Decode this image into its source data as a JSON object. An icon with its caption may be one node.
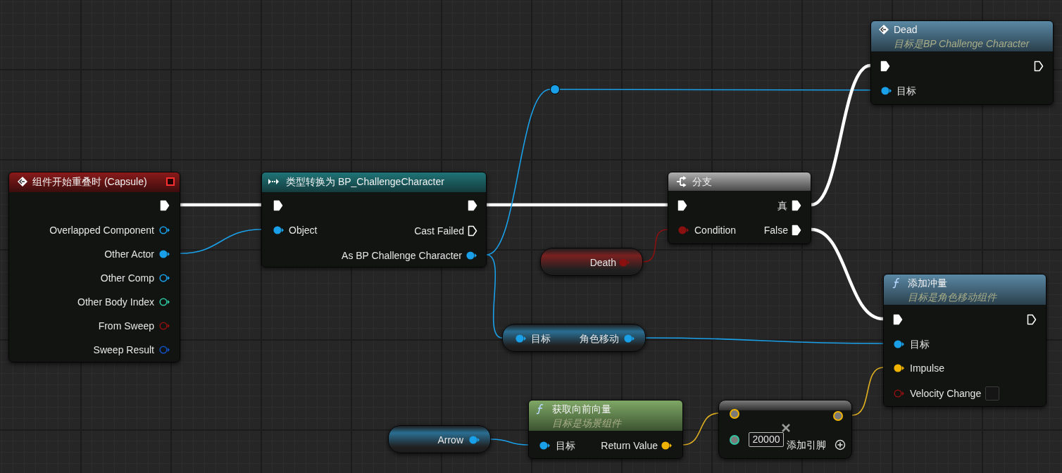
{
  "diagram": {
    "nodes": [
      {
        "text": [
          "组件开始重叠时 (Capsule)",
          "Overlapped Component",
          "Other Actor",
          "Other Comp",
          "Other Body Index",
          "From Sweep",
          "Sweep Result"
        ]
      },
      {
        "text": [
          "类型转换为 BP_ChallengeCharacter",
          "Object",
          "Cast Failed",
          "As BP Challenge Character"
        ]
      },
      {
        "text": [],
        "shape": "circle"
      },
      {
        "text": [
          "Dead",
          "目标是BP Challenge Character",
          "目标"
        ]
      },
      {
        "text": [
          "分支",
          "真",
          "Condition",
          "False"
        ]
      },
      {
        "text": [
          "Death"
        ]
      },
      {
        "text": [
          "目标",
          "角色移动"
        ]
      },
      {
        "text": [
          "添加冲量",
          "目标是角色移动组件",
          "目标",
          "Impulse",
          "Velocity Change"
        ]
      },
      {
        "text": [
          "Arrow"
        ]
      },
      {
        "text": [
          "获取向前向量",
          "目标是场景组件",
          "目标",
          "Return Value"
        ]
      },
      {
        "text": [
          "20000",
          "添加引脚"
        ]
      }
    ],
    "edges": [
      {
        "from": 0,
        "to": 1,
        "arrow": "none",
        "style": "thick",
        "color": "#ffffff"
      },
      {
        "from": 0,
        "to": 1,
        "arrow": "none"
      },
      {
        "from": 1,
        "to": 4,
        "arrow": "none",
        "style": "thick",
        "color": "#ffffff"
      },
      {
        "from": 1,
        "to": 2,
        "arrow": "none"
      },
      {
        "from": 2,
        "to": 3,
        "arrow": "none"
      },
      {
        "from": 4,
        "to": 3,
        "arrow": "none",
        "style": "thick",
        "color": "#ffffff"
      },
      {
        "from": 4,
        "to": 7,
        "arrow": "none",
        "style": "thick",
        "color": "#ffffff"
      },
      {
        "from": 5,
        "to": 4,
        "arrow": "none",
        "color": "#8b1010"
      },
      {
        "from": 1,
        "to": 6,
        "arrow": "none"
      },
      {
        "from": 6,
        "to": 7,
        "arrow": "none"
      },
      {
        "from": 8,
        "to": 9,
        "arrow": "none"
      },
      {
        "from": 9,
        "to": 10,
        "arrow": "none",
        "color": "#e0b020"
      },
      {
        "from": 10,
        "to": 7,
        "arrow": "none",
        "color": "#e0b020"
      }
    ]
  }
}
